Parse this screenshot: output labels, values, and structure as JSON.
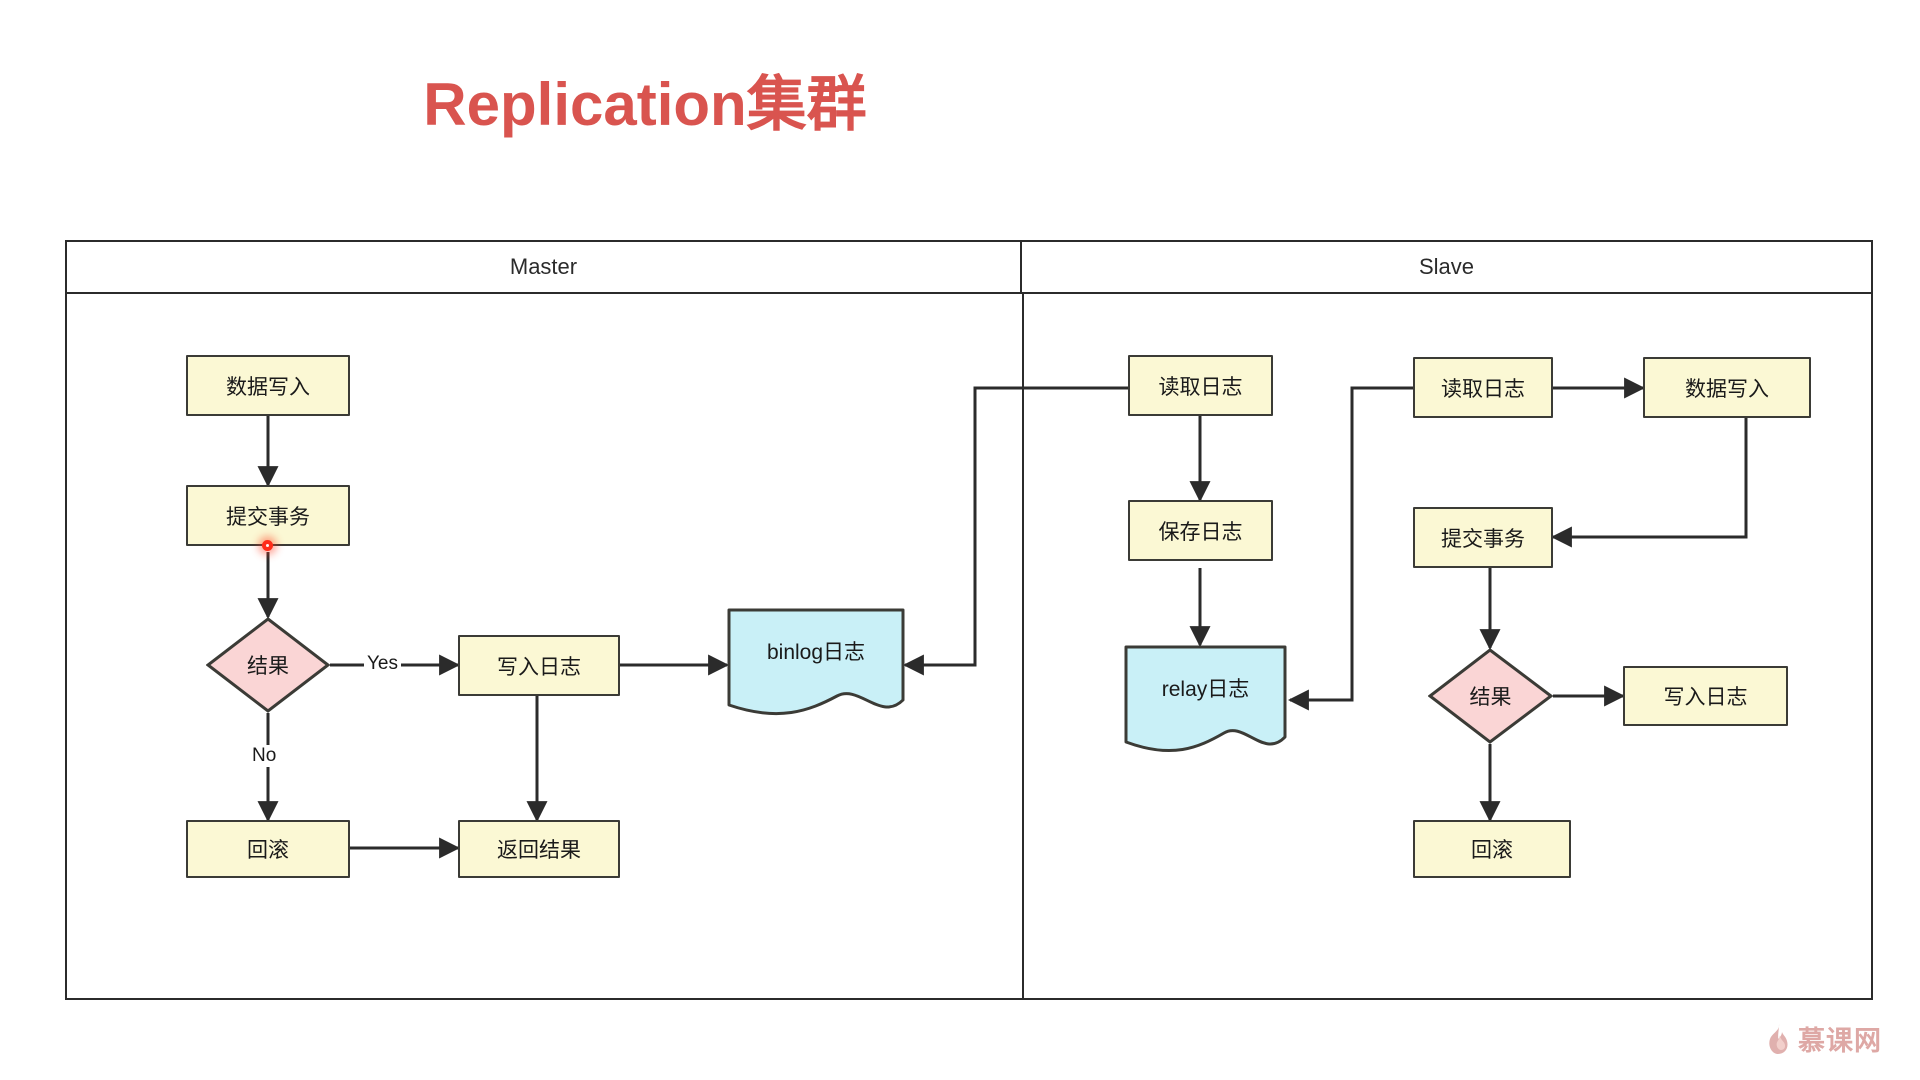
{
  "page": {
    "title": "Replication集群",
    "title_color": "#d9544f",
    "background": "#ffffff"
  },
  "colors": {
    "process_fill": "#fbf8d4",
    "decision_fill": "#fad5d5",
    "document_fill": "#c9f0f7",
    "stroke": "#3b3b36",
    "marker": "#ff2d1a"
  },
  "lanes": [
    {
      "id": "master",
      "label": "Master"
    },
    {
      "id": "slave",
      "label": "Slave"
    }
  ],
  "master": {
    "nodes": {
      "data_write": {
        "label": "数据写入",
        "shape": "process"
      },
      "commit_tx": {
        "label": "提交事务",
        "shape": "process"
      },
      "result": {
        "label": "结果",
        "shape": "decision"
      },
      "write_log": {
        "label": "写入日志",
        "shape": "process"
      },
      "binlog": {
        "label": "binlog日志",
        "shape": "document"
      },
      "rollback": {
        "label": "回滚",
        "shape": "process"
      },
      "return_result": {
        "label": "返回结果",
        "shape": "process"
      }
    },
    "edge_labels": {
      "yes": "Yes",
      "no": "No"
    }
  },
  "slave": {
    "nodes": {
      "read_log_io": {
        "label": "读取日志",
        "shape": "process"
      },
      "save_log": {
        "label": "保存日志",
        "shape": "process"
      },
      "relay": {
        "label": "relay日志",
        "shape": "document"
      },
      "read_log_sql": {
        "label": "读取日志",
        "shape": "process"
      },
      "data_write": {
        "label": "数据写入",
        "shape": "process"
      },
      "commit_tx": {
        "label": "提交事务",
        "shape": "process"
      },
      "result": {
        "label": "结果",
        "shape": "decision"
      },
      "write_log": {
        "label": "写入日志",
        "shape": "process"
      },
      "rollback": {
        "label": "回滚",
        "shape": "process"
      }
    }
  },
  "watermark": {
    "text": "慕课网"
  }
}
